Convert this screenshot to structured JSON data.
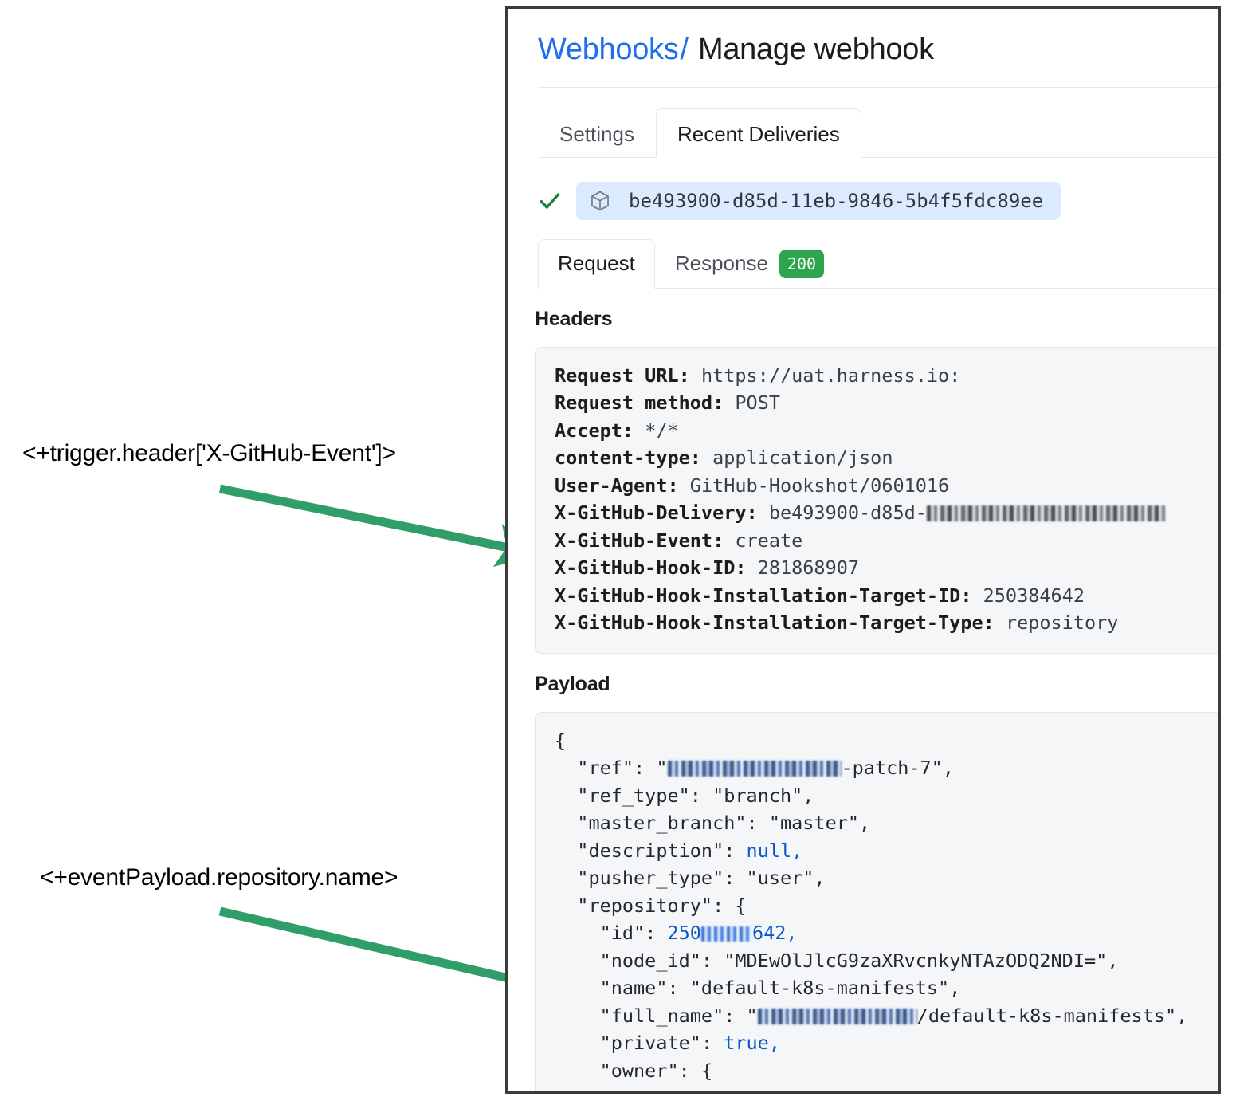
{
  "annotations": [
    {
      "id": "trigger-header",
      "text": "<+trigger.header['X-GitHub-Event']>"
    },
    {
      "id": "event-payload-repo-name",
      "text": "<+eventPayload.repository.name>"
    }
  ],
  "panel": {
    "breadcrumb": {
      "parent": "Webhooks",
      "separator": "/",
      "current": "Manage webhook"
    },
    "tabs": [
      {
        "label": "Settings",
        "active": false
      },
      {
        "label": "Recent Deliveries",
        "active": true
      }
    ],
    "delivery": {
      "status_icon": "check-icon",
      "package_icon": "cube-icon",
      "id": "be493900-d85d-11eb-9846-5b4f5fdc89ee"
    },
    "inner_tabs": [
      {
        "label": "Request",
        "active": true,
        "badge": null
      },
      {
        "label": "Response",
        "active": false,
        "badge": "200"
      }
    ],
    "badge_color": "#2da44e",
    "headers_section": {
      "title": "Headers",
      "rows": [
        {
          "key": "Request URL:",
          "value": "https://uat.harness.io:"
        },
        {
          "key": "Request method:",
          "value": "POST"
        },
        {
          "key": "Accept:",
          "value": "*/*"
        },
        {
          "key": "content-type:",
          "value": "application/json"
        },
        {
          "key": "User-Agent:",
          "value": "GitHub-Hookshot/0601016"
        },
        {
          "key": "X-GitHub-Delivery:",
          "value": "be493900-d85d-",
          "redacted": true
        },
        {
          "key": "X-GitHub-Event:",
          "value": "create"
        },
        {
          "key": "X-GitHub-Hook-ID:",
          "value": "281868907"
        },
        {
          "key": "X-GitHub-Hook-Installation-Target-ID:",
          "value": "250384642"
        },
        {
          "key": "X-GitHub-Hook-Installation-Target-Type:",
          "value": "repository"
        }
      ]
    },
    "payload_section": {
      "title": "Payload",
      "lines": [
        {
          "indent": 0,
          "text": "{"
        },
        {
          "indent": 1,
          "key": "\"ref\"",
          "value": "-patch-7\",",
          "redacted": "blue",
          "prefix": "\""
        },
        {
          "indent": 1,
          "key": "\"ref_type\"",
          "value": "\"branch\","
        },
        {
          "indent": 1,
          "key": "\"master_branch\"",
          "value": "\"master\","
        },
        {
          "indent": 1,
          "key": "\"description\"",
          "value": "null,",
          "type": "literal"
        },
        {
          "indent": 1,
          "key": "\"pusher_type\"",
          "value": "\"user\","
        },
        {
          "indent": 1,
          "key": "\"repository\"",
          "value": "{"
        },
        {
          "indent": 2,
          "key": "\"id\"",
          "value": "250",
          "suffix": "642,",
          "redacted": "num",
          "type": "literal"
        },
        {
          "indent": 2,
          "key": "\"node_id\"",
          "value": "\"MDEwOlJlcG9zaXRvcnkyNTAzODQ2NDI=\","
        },
        {
          "indent": 2,
          "key": "\"name\"",
          "value": "\"default-k8s-manifests\","
        },
        {
          "indent": 2,
          "key": "\"full_name\"",
          "value": "/default-k8s-manifests\",",
          "redacted": "blue",
          "prefix": "\""
        },
        {
          "indent": 2,
          "key": "\"private\"",
          "value": "true,",
          "type": "literal"
        },
        {
          "indent": 2,
          "key": "\"owner\"",
          "value": "{"
        }
      ]
    }
  },
  "colors": {
    "link": "#1f6feb",
    "accent_green": "#2da44e",
    "arrow_green": "#2f9e68",
    "chip_background": "#dbeafe",
    "code_background": "#f4f6f8"
  }
}
